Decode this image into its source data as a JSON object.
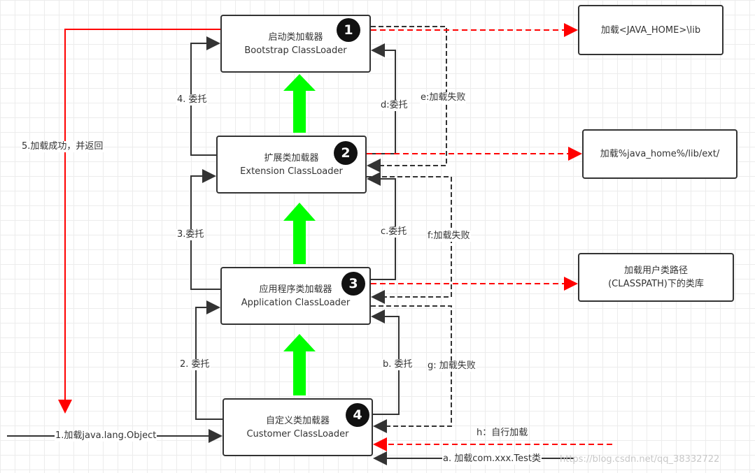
{
  "loaders": [
    {
      "num": "1",
      "cn": "启动类加载器",
      "en": "Bootstrap ClassLoader"
    },
    {
      "num": "2",
      "cn": "扩展类加载器",
      "en": "Extension ClassLoader"
    },
    {
      "num": "3",
      "cn": "应用程序类加载器",
      "en": "Application ClassLoader"
    },
    {
      "num": "4",
      "cn": "自定义类加载器",
      "en": "Customer ClassLoader"
    }
  ],
  "paths": [
    {
      "lines": [
        "加载<JAVA_HOME>\\lib"
      ]
    },
    {
      "lines": [
        "加载%java_home%/lib/ext/"
      ]
    },
    {
      "lines": [
        "加载用户类路径",
        "(CLASSPATH)下的类库"
      ]
    }
  ],
  "labels": {
    "return": "5.加载成功，并返回",
    "d4": "4. 委托",
    "d3": "3.委托",
    "d2": "2. 委托",
    "dd": "d:委托",
    "dc": "c.委托",
    "db": "b. 委托",
    "fe": "e:加载失败",
    "ff": "f:加载失败",
    "fg": "g: 加载失败",
    "self": "h：自行加载",
    "load_test": "a. 加载com.xxx.Test类",
    "load_object": "1.加载java.lang.Object"
  },
  "watermark": "https://blog.csdn.net/qq_38332722",
  "colors": {
    "red": "#ff0000",
    "green": "#00ff00",
    "line": "#333333"
  }
}
